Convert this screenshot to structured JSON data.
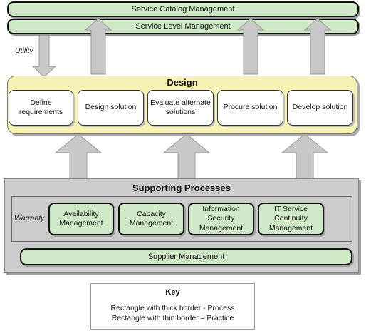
{
  "top_bars": {
    "service_catalog": "Service Catalog Management",
    "service_level": "Service Level Management"
  },
  "utility_label": "Utility",
  "design": {
    "title": "Design",
    "processes": [
      "Define requirements",
      "Design solution",
      "Evaluate alternate solutions",
      "Procure solution",
      "Develop solution"
    ]
  },
  "supporting": {
    "title": "Supporting Processes",
    "warranty_label": "Warranty",
    "processes": [
      "Availability Management",
      "Capacity Management",
      "Information Security Management",
      "IT Service Continuity Management"
    ],
    "supplier": "Supplier Management"
  },
  "key": {
    "title": "Key",
    "line1": "Rectangle with thick border - Process",
    "line2": "Rectangle with thin border – Practice"
  },
  "colors": {
    "green_fill": "#cfe8c6",
    "design_fill": "#f6f3b4",
    "gray_fill": "#cccccc",
    "arrow_fill": "#c8c8c8"
  }
}
